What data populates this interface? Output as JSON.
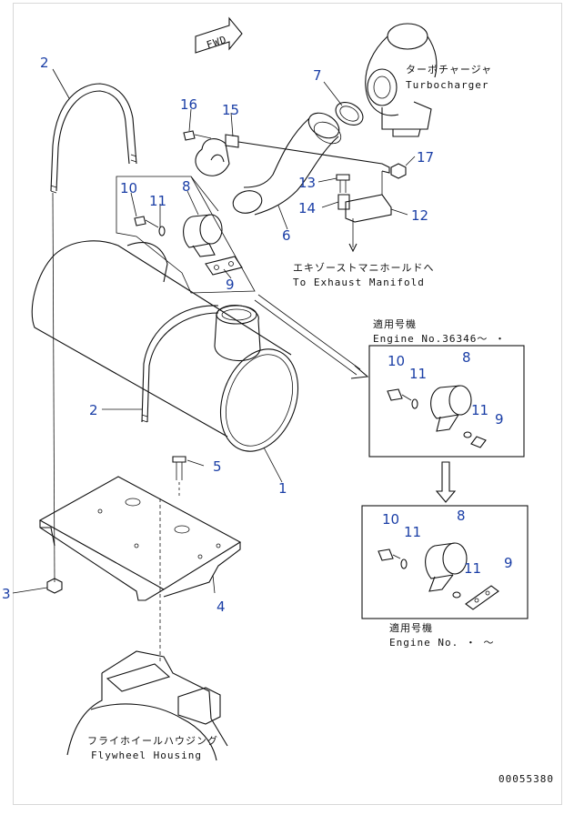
{
  "directions": {
    "fwd": "FWD"
  },
  "labels": {
    "turbo_jp": "ターボチャージャ",
    "turbo_en": "Turbocharger",
    "exhaust_jp": "エキゾーストマニホールドへ",
    "exhaust_en": "To Exhaust Manifold",
    "flywheel_jp": "フライホイールハウジング",
    "flywheel_en": "Flywheel Housing",
    "applic1_jp": "適用号機",
    "applic1_en": "Engine No.36346～ ・",
    "applic2_jp": "適用号機",
    "applic2_en": "Engine No. ・ ～",
    "drawing_no": "00055380"
  },
  "callouts": {
    "c1": "1",
    "c2a": "2",
    "c2b": "2",
    "c3": "3",
    "c4": "4",
    "c5": "5",
    "c6": "6",
    "c7": "7",
    "c8a": "8",
    "c9a": "9",
    "c10a": "10",
    "c11a": "11",
    "c12": "12",
    "c13": "13",
    "c14": "14",
    "c15": "15",
    "c16": "16",
    "c17": "17",
    "c8b": "8",
    "c9b": "9",
    "c10b": "10",
    "c11b1": "11",
    "c11b2": "11",
    "c8c": "8",
    "c9c": "9",
    "c10c": "10",
    "c11c1": "11",
    "c11c2": "11"
  }
}
